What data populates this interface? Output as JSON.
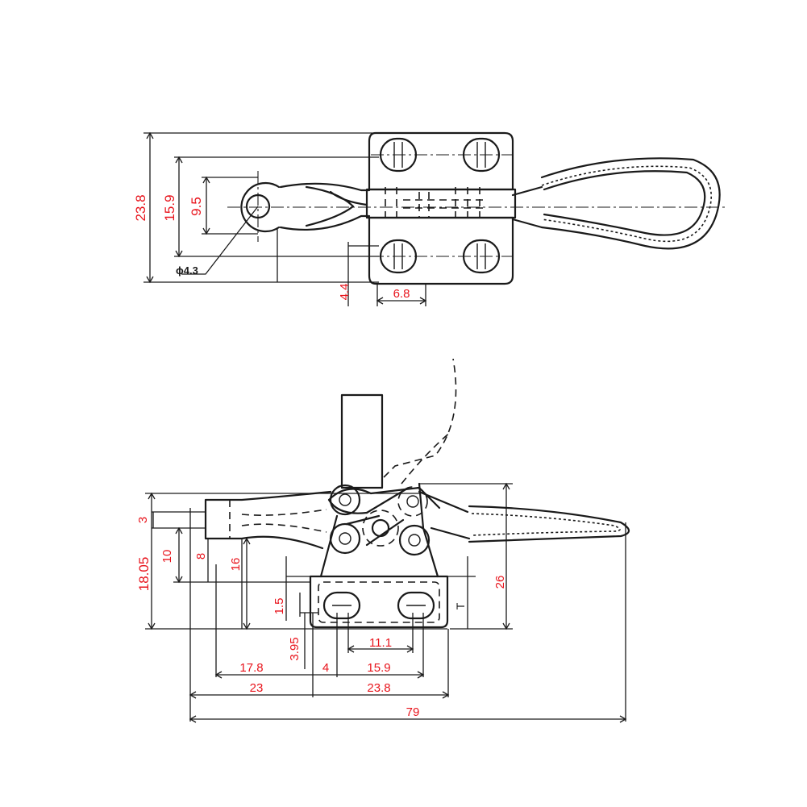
{
  "colors": {
    "dimension_text": "#e8141c",
    "line": "#1a1a1a",
    "background": "#ffffff"
  },
  "top_view": {
    "dims": {
      "overall_height": "23.8",
      "inner_height": "15.9",
      "eye_height": "9.5",
      "hole_diameter": "ϕ4.3",
      "slot_offset": "4.4",
      "slot_width": "6.8"
    }
  },
  "side_view": {
    "dims": {
      "top_gap": "3",
      "overall_height": "18.05",
      "arm_height": "10",
      "arm_offset": "8",
      "pivot_height": "16",
      "base_thickness": "1.5",
      "base_offset": "3.95",
      "slot_length": "11.1",
      "reach": "17.8",
      "step": "4",
      "slot_spacing": "15.9",
      "front_length": "23",
      "base_length": "23.8",
      "overall_length": "79",
      "handle_height": "26",
      "thickness_label": "T"
    }
  }
}
